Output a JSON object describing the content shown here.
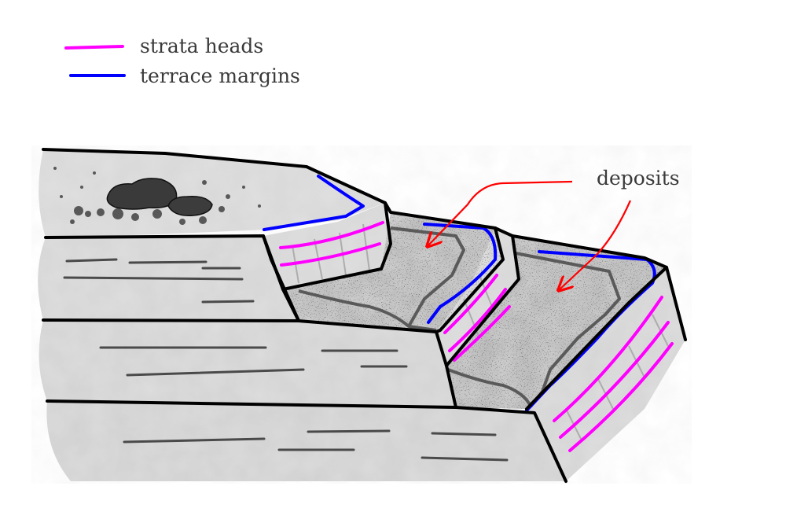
{
  "legend": {
    "items": [
      {
        "label": "strata heads",
        "color": "#ff00ff"
      },
      {
        "label": "terrace margins",
        "color": "#0000ff"
      }
    ]
  },
  "annotations": {
    "deposits_label": "deposits",
    "arrow_color": "#ff0000"
  },
  "colors": {
    "outline": "#000000",
    "rock_fill": "#d4d4d4",
    "deposit_fill": "#b8b8b8",
    "deposit_outline": "#555555",
    "bedding_lines": "#444444"
  }
}
